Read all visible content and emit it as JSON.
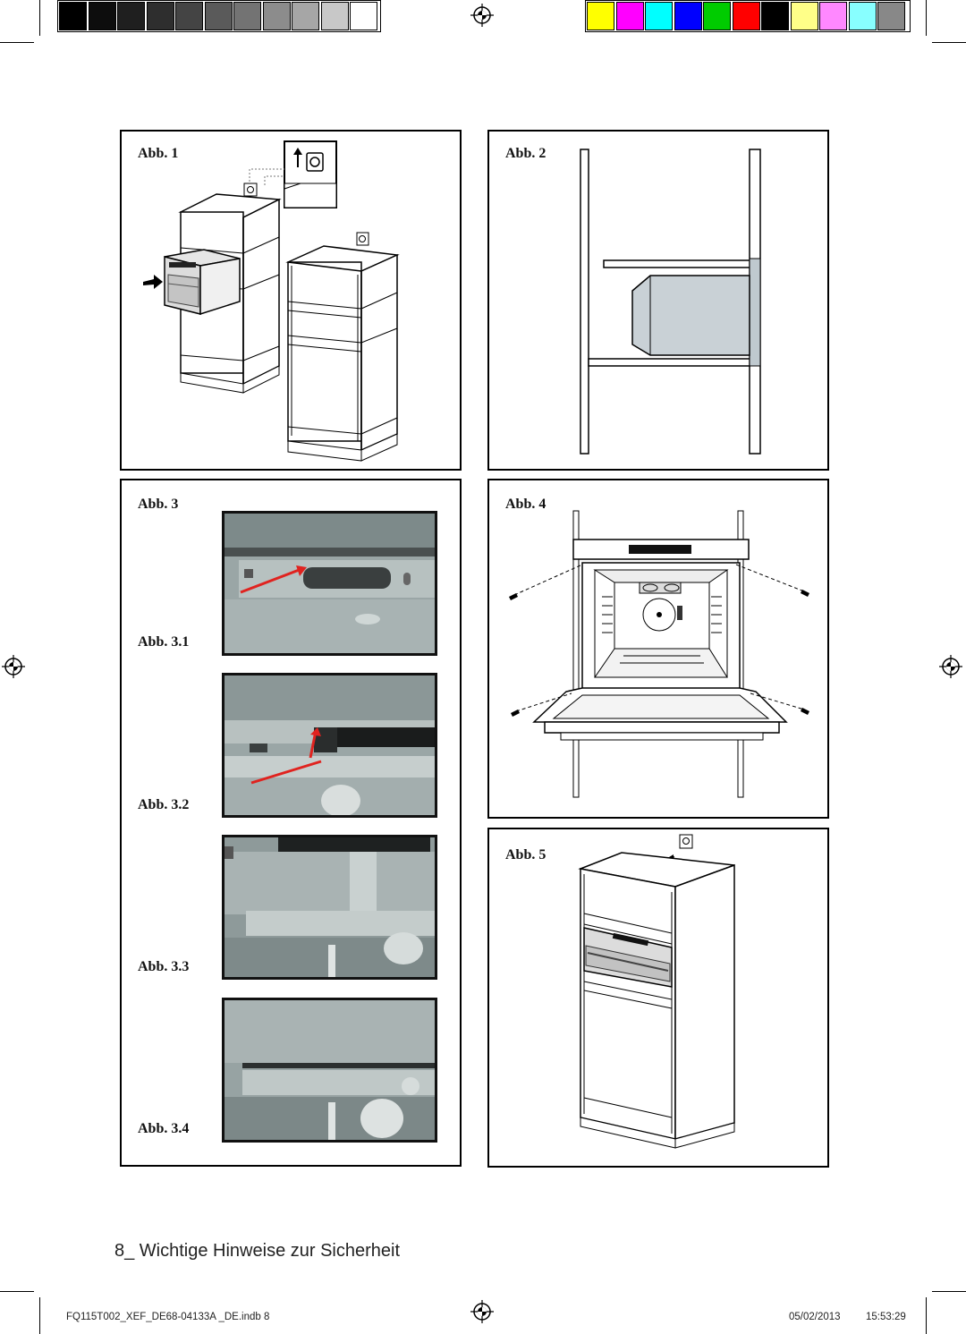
{
  "print_marks": {
    "gray_swatches": [
      "#000000",
      "#0d0d0d",
      "#1f1f1f",
      "#2e2e2e",
      "#444444",
      "#5a5a5a",
      "#737373",
      "#8c8c8c",
      "#a6a6a6",
      "#c8c8c8",
      "#ffffff"
    ],
    "color_swatches": [
      "#ffff00",
      "#ff00ff",
      "#00ffff",
      "#0000ff",
      "#00cc00",
      "#ff0000",
      "#000000",
      "#ffff88",
      "#ff88ff",
      "#88ffff",
      "#888888"
    ]
  },
  "figures": {
    "abb1": "Abb. 1",
    "abb2": "Abb. 2",
    "abb3": "Abb. 3",
    "abb31": "Abb. 3.1",
    "abb32": "Abb. 3.2",
    "abb33": "Abb. 3.3",
    "abb34": "Abb. 3.4",
    "abb4": "Abb. 4",
    "abb5": "Abb. 5"
  },
  "page": {
    "section_title": "8_ Wichtige Hinweise zur Sicherheit"
  },
  "footer": {
    "file": "FQ115T002_XEF_DE68-04133A _DE.indb   8",
    "date": "05/02/2013",
    "time": "15:53:29"
  },
  "icons": {
    "registration_mark": "registration-icon",
    "screw": "screw-icon",
    "fix_symbol": "fixing-screw-icon"
  }
}
